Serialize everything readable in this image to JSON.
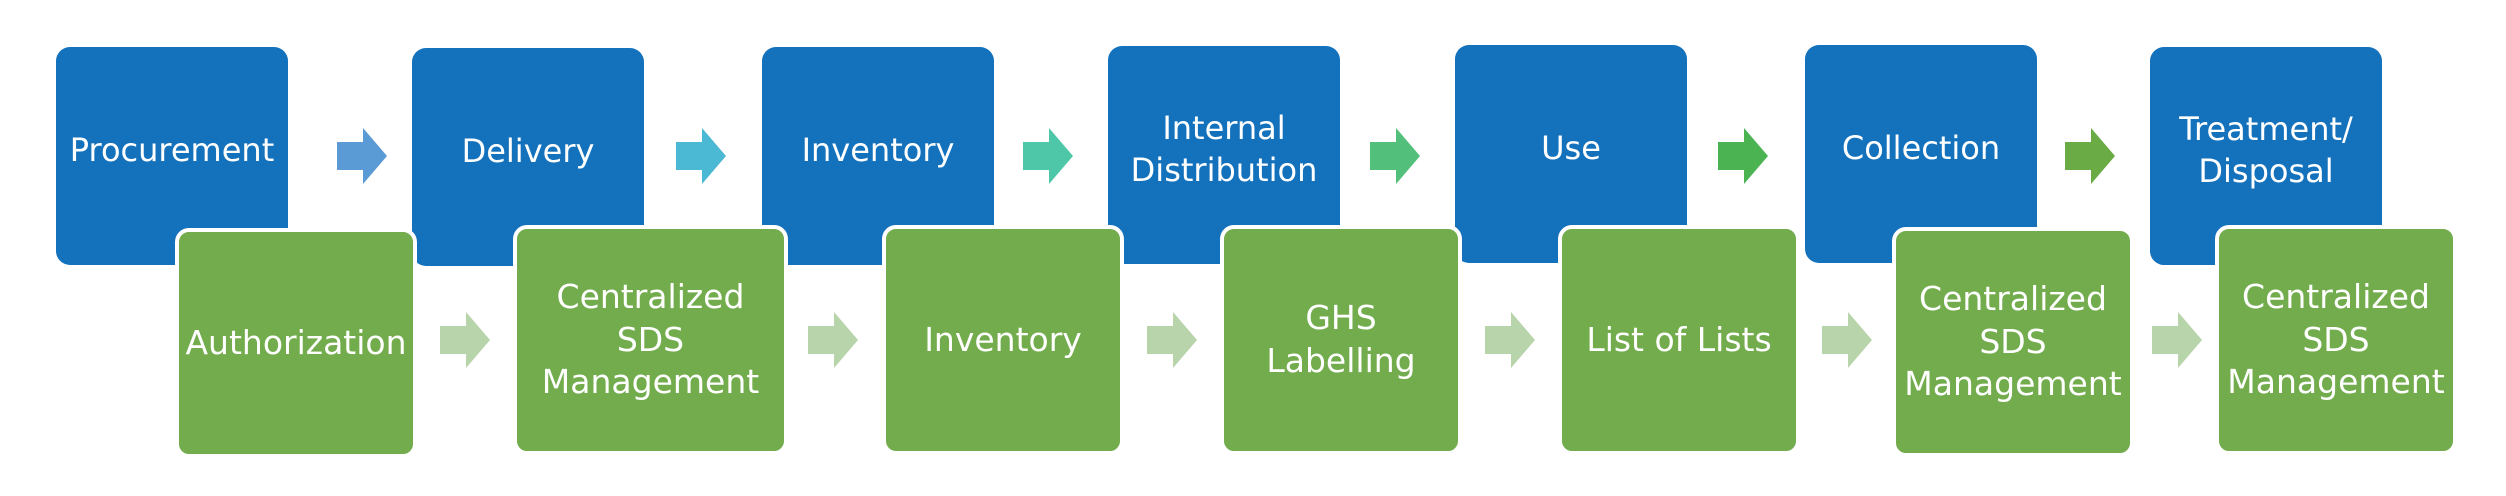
{
  "colors": {
    "blue_box": "#1472bd",
    "green_box": "#72ac4d",
    "top_arrows": [
      "#5b9bd5",
      "#4bb8d4",
      "#4ec7a8",
      "#52c07a",
      "#4cb352",
      "#6aab45"
    ],
    "bottom_arrow": "#b7d4ab"
  },
  "top_row": [
    {
      "label": "Procurement"
    },
    {
      "label": "Delivery"
    },
    {
      "label": "Inventory"
    },
    {
      "label": "Internal\nDistribution"
    },
    {
      "label": "Use"
    },
    {
      "label": "Collection"
    },
    {
      "label": "Treatment/\nDisposal"
    }
  ],
  "bottom_row": [
    {
      "label": "Authorization"
    },
    {
      "label": "Centralized\nSDS\nManagement"
    },
    {
      "label": "Inventory"
    },
    {
      "label": "GHS\nLabelling"
    },
    {
      "label": "List of Lists"
    },
    {
      "label": "Centralized\nSDS\nManagement"
    },
    {
      "label": "Centralized\nSDS\nManagement"
    }
  ]
}
